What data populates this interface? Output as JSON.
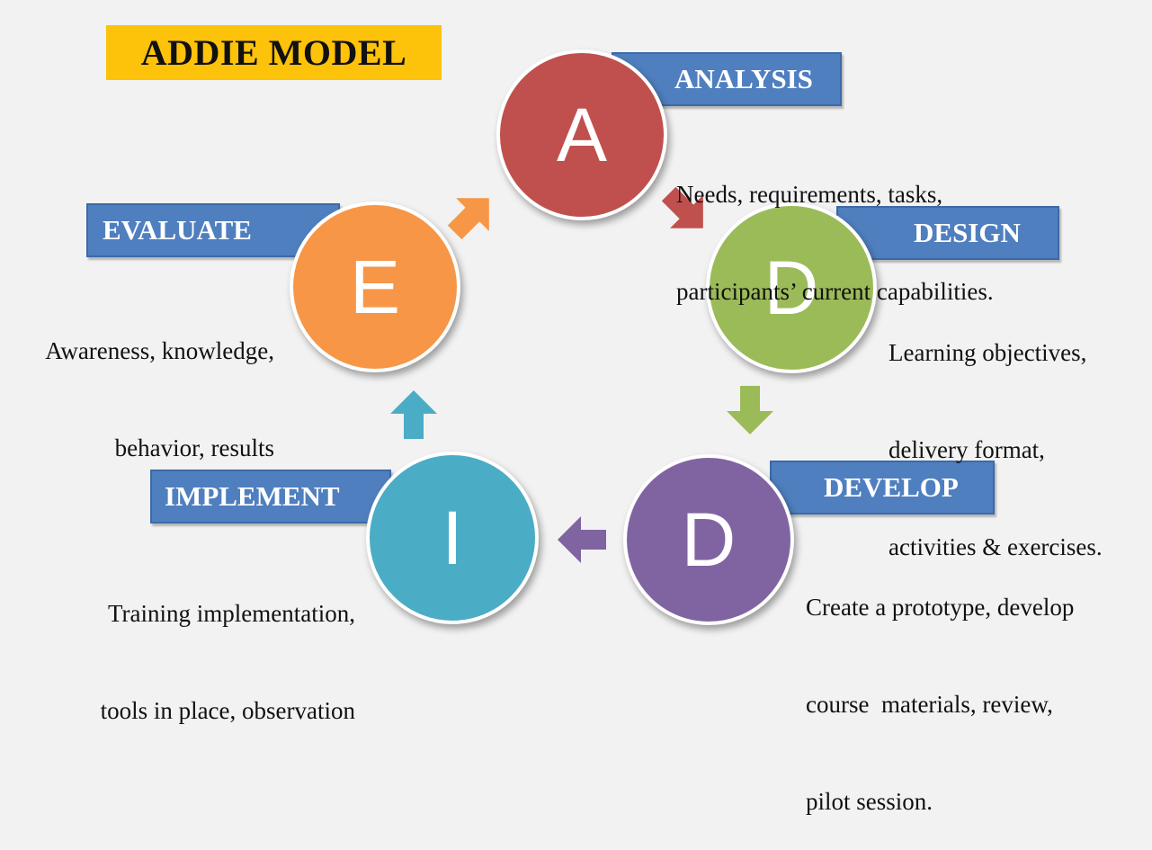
{
  "title": "ADDIE MODEL",
  "colors": {
    "analysis": "#c0504d",
    "design": "#9bbb59",
    "develop": "#8064a2",
    "implement": "#4bacc6",
    "evaluate": "#f79646",
    "label_bg": "#4f7fbf",
    "title_bg": "#fdc20a"
  },
  "phases": {
    "analysis": {
      "letter": "A",
      "label": "ANALYSIS",
      "lines": [
        "Needs, requirements, tasks,",
        "participants’ current capabilities."
      ]
    },
    "design": {
      "letter": "D",
      "label": "DESIGN",
      "lines": [
        "Learning objectives,",
        "delivery format,",
        "activities & exercises."
      ]
    },
    "develop": {
      "letter": "D",
      "label": "DEVELOP",
      "lines": [
        "Create a prototype, develop",
        "course  materials, review,",
        "pilot session."
      ]
    },
    "implement": {
      "letter": "I",
      "label": "IMPLEMENT",
      "lines": [
        "Training implementation,",
        "tools in place, observation"
      ]
    },
    "evaluate": {
      "letter": "E",
      "label": "EVALUATE",
      "lines": [
        "Awareness, knowledge,",
        "behavior, results"
      ]
    }
  }
}
